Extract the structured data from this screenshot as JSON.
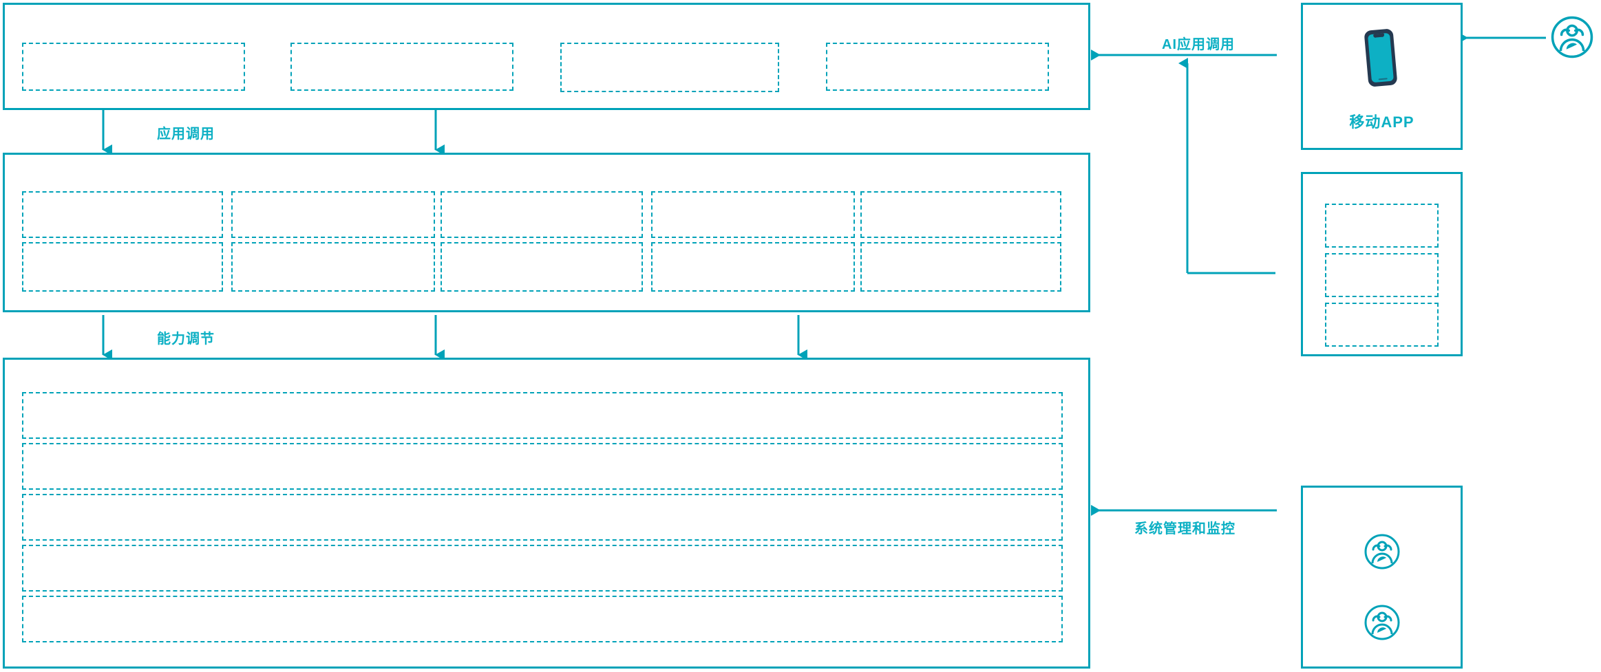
{
  "theme": {
    "accent": "#00a2b8",
    "accent_text": "#0db0c4",
    "phone_frame": "#253950",
    "phone_screen": "#0db0c4",
    "background": "#ffffff"
  },
  "diagram": {
    "title": "",
    "sections": {
      "applications": {
        "name": "application-layer",
        "boxes": [
          {
            "label": ""
          },
          {
            "label": ""
          },
          {
            "label": ""
          },
          {
            "label": ""
          }
        ]
      },
      "capabilities": {
        "name": "capability-layer",
        "boxes": [
          {
            "label": ""
          },
          {
            "label": ""
          },
          {
            "label": ""
          },
          {
            "label": ""
          },
          {
            "label": ""
          },
          {
            "label": ""
          },
          {
            "label": ""
          },
          {
            "label": ""
          },
          {
            "label": ""
          },
          {
            "label": ""
          }
        ]
      },
      "platform": {
        "name": "platform-layer",
        "rows": [
          {
            "label": ""
          },
          {
            "label": ""
          },
          {
            "label": ""
          },
          {
            "label": ""
          },
          {
            "label": ""
          }
        ]
      }
    },
    "flows": [
      {
        "id": "app-invoke",
        "label": "应用调用"
      },
      {
        "id": "capability-adj",
        "label": "能力调节"
      },
      {
        "id": "ai-app-invoke",
        "label": "AI应用调用"
      },
      {
        "id": "sys-monitor",
        "label": "系统管理和监控"
      }
    ],
    "side_panels": [
      {
        "id": "mobile-app",
        "label": "移动APP",
        "icon": "smartphone-icon"
      },
      {
        "id": "secondary-channel",
        "label": "",
        "slots": [
          {
            "label": ""
          },
          {
            "label": ""
          },
          {
            "label": ""
          }
        ]
      },
      {
        "id": "management-users",
        "label": "",
        "icons": [
          "users-group-icon",
          "users-group-icon"
        ]
      }
    ],
    "actors": [
      {
        "id": "end-user",
        "icon": "users-group-icon",
        "label": ""
      }
    ]
  }
}
